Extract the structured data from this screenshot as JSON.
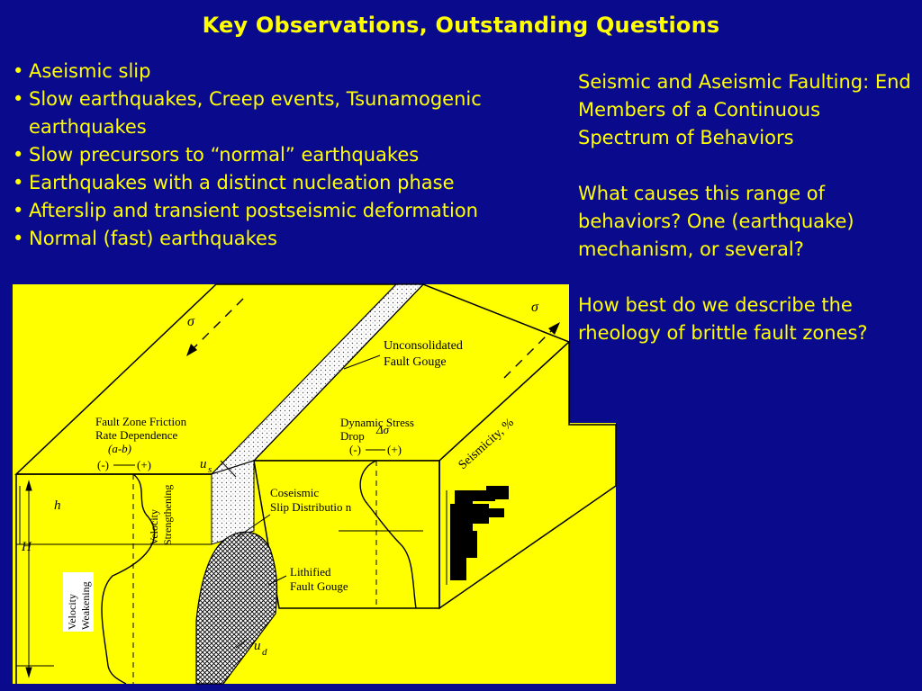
{
  "slide": {
    "title": "Key Observations, Outstanding Questions",
    "bullets": [
      "Aseismic slip",
      "Slow earthquakes, Creep events, Tsunamogenic earthquakes",
      "Slow precursors to “normal” earthquakes",
      "Earthquakes with a distinct nucleation phase",
      "Afterslip and transient postseismic deformation",
      "Normal (fast) earthquakes"
    ],
    "right_paragraphs": [
      "Seismic and Aseismic Faulting: End Members of a Continuous Spectrum of Behaviors",
      "What causes this range of behaviors?  One (earthquake) mechanism, or several?",
      "How best do we describe the rheology of brittle fault zones?"
    ]
  },
  "diagram": {
    "sigma_left": "σ",
    "sigma_right": "σ",
    "unconsolidated_gouge_line1": "Unconsolidated",
    "unconsolidated_gouge_line2": "Fault Gouge",
    "fault_zone_friction_line1": "Fault Zone Friction",
    "fault_zone_friction_line2": "Rate Dependence",
    "a_minus_b": "(a-b)",
    "minus_sign": "(-)",
    "plus_sign": "(+)",
    "dynamic_stress_line1": "Dynamic Stress",
    "dynamic_stress_line2": "Drop",
    "delta_sigma": "Δσ",
    "minus_sign_right": "(-)",
    "plus_sign_right": "(+)",
    "u_s_main": "u",
    "u_s_sub": "s",
    "u_d_main": "u",
    "u_d_sub": "d",
    "h_label": "h",
    "H_label": "H",
    "velocity_strengthening_line1": "Velocity",
    "velocity_strengthening_line2": "Strengthening",
    "velocity_weakening_line1": "Velocity",
    "velocity_weakening_line2": "Weakening",
    "coseismic_line1": "Coseismic",
    "coseismic_line2": "Slip Distributio n",
    "lithified_line1": "Lithified",
    "lithified_line2": "Fault Gouge",
    "seismicity_label": "Seismicity, %"
  }
}
